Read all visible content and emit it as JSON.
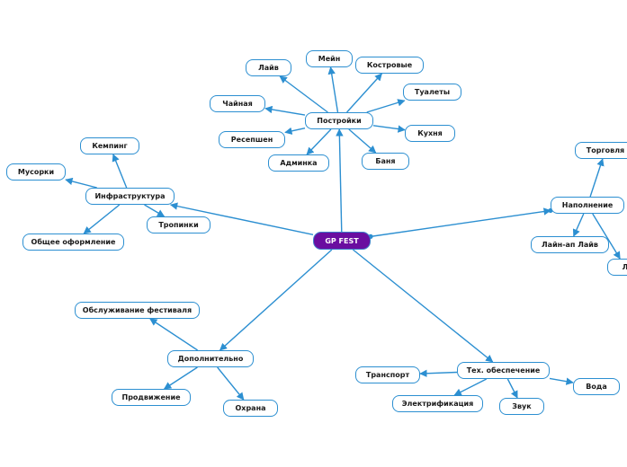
{
  "root": {
    "id": "root",
    "label": "GP FEST"
  },
  "branches": [
    {
      "id": "postroyki",
      "label": "Постройки",
      "children": [
        {
          "id": "mein",
          "label": "Мейн"
        },
        {
          "id": "kostrovye",
          "label": "Костровые"
        },
        {
          "id": "laiv",
          "label": "Лайв"
        },
        {
          "id": "tualety",
          "label": "Туалеты"
        },
        {
          "id": "chainaya",
          "label": "Чайная"
        },
        {
          "id": "kuhnya",
          "label": "Кухня"
        },
        {
          "id": "resepshen",
          "label": "Ресепшен"
        },
        {
          "id": "adminka",
          "label": "Админка"
        },
        {
          "id": "banya",
          "label": "Баня"
        }
      ]
    },
    {
      "id": "infra",
      "label": "Инфраструктура",
      "children": [
        {
          "id": "kemping",
          "label": "Кемпинг"
        },
        {
          "id": "musorki",
          "label": "Мусорки"
        },
        {
          "id": "tropinki",
          "label": "Тропинки"
        },
        {
          "id": "obshee",
          "label": "Общее оформление"
        }
      ]
    },
    {
      "id": "napolnenie",
      "label": "Наполнение",
      "children": [
        {
          "id": "torgovlya",
          "label": "Торговля"
        },
        {
          "id": "lineup",
          "label": "Лайн-ап Лайв"
        },
        {
          "id": "l_cut",
          "label": "Л"
        }
      ]
    },
    {
      "id": "dopolnitelno",
      "label": "Дополнительно",
      "children": [
        {
          "id": "obsluzh",
          "label": "Обслуживание фестиваля"
        },
        {
          "id": "prodvizh",
          "label": "Продвижение"
        },
        {
          "id": "ohrana",
          "label": "Охрана"
        }
      ]
    },
    {
      "id": "teh",
      "label": "Тех. обеспечение",
      "children": [
        {
          "id": "transport",
          "label": "Транспорт"
        },
        {
          "id": "voda",
          "label": "Вода"
        },
        {
          "id": "elektro",
          "label": "Электрификация"
        },
        {
          "id": "zvuk",
          "label": "Звук"
        }
      ]
    }
  ],
  "colors": {
    "link": "#2c8fd1",
    "node_border": "#2c8fd1",
    "root_fill": "#6a0ea0"
  }
}
